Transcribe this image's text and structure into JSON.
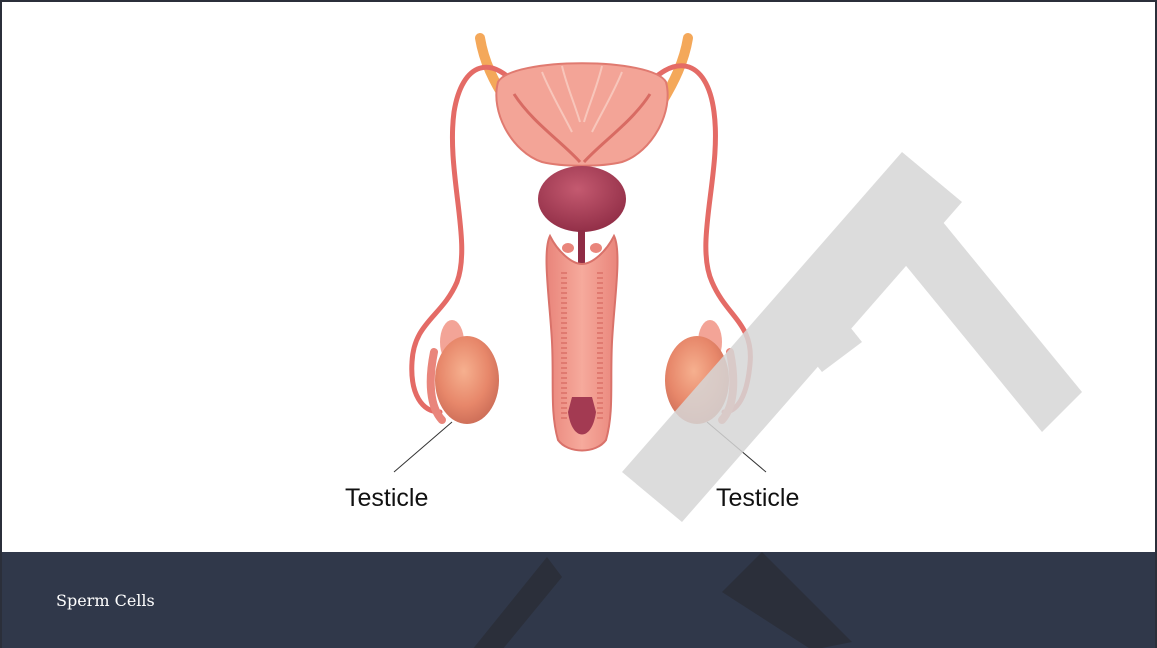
{
  "diagram": {
    "labels": {
      "left_testicle": "Testicle",
      "right_testicle": "Testicle"
    }
  },
  "footer": {
    "title": "Sperm Cells",
    "background": "#30384a"
  },
  "colors": {
    "tissue_light": "#f6b3a5",
    "tissue": "#ef8e82",
    "duct": "#e46b66",
    "bladder": "#a33a52",
    "ureter": "#f4a85a",
    "testis": "#e8876a",
    "watermark": "#d6d6d6"
  }
}
